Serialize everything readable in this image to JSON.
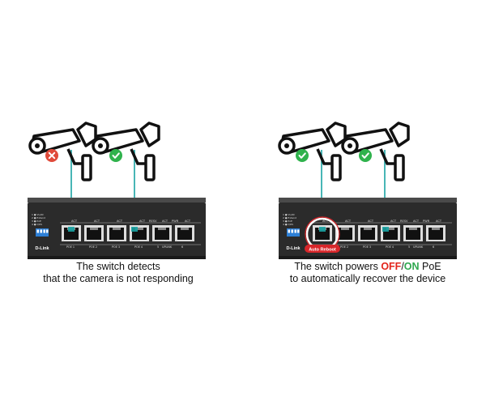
{
  "left": {
    "caption_line1": "The switch detects",
    "caption_line2": "that the camera is not responding",
    "camera1_status": "error",
    "camera2_status": "ok"
  },
  "right": {
    "caption_prefix": "The switch powers ",
    "caption_off": "OFF",
    "caption_slash": "/",
    "caption_on": "ON",
    "caption_suffix": " PoE",
    "caption_line2": "to automatically recover the device",
    "badge": "Auto Reboot",
    "camera1_status": "ok",
    "camera2_status": "ok"
  },
  "switch": {
    "brand": "D-Link",
    "act_label": "ACT",
    "resv_label": "RESV",
    "pwr_label": "PWR",
    "port_labels": [
      "POE 1",
      "POE 2",
      "POE 3",
      "POE 4",
      "5",
      "UPLINK",
      "6"
    ],
    "dip_legend": [
      "1 ● VLAN",
      "2 ● Extend",
      "3 ● PoE",
      "4 ● QOS"
    ]
  },
  "colors": {
    "cable": "#1aa3a3",
    "ok": "#2fb24c",
    "error": "#e04a3a",
    "switch_body": "#2b2b2b",
    "badge": "#d8262a"
  },
  "icons": [
    "camera-icon",
    "check-icon",
    "cross-icon",
    "ethernet-port-icon",
    "dip-switch-icon"
  ]
}
